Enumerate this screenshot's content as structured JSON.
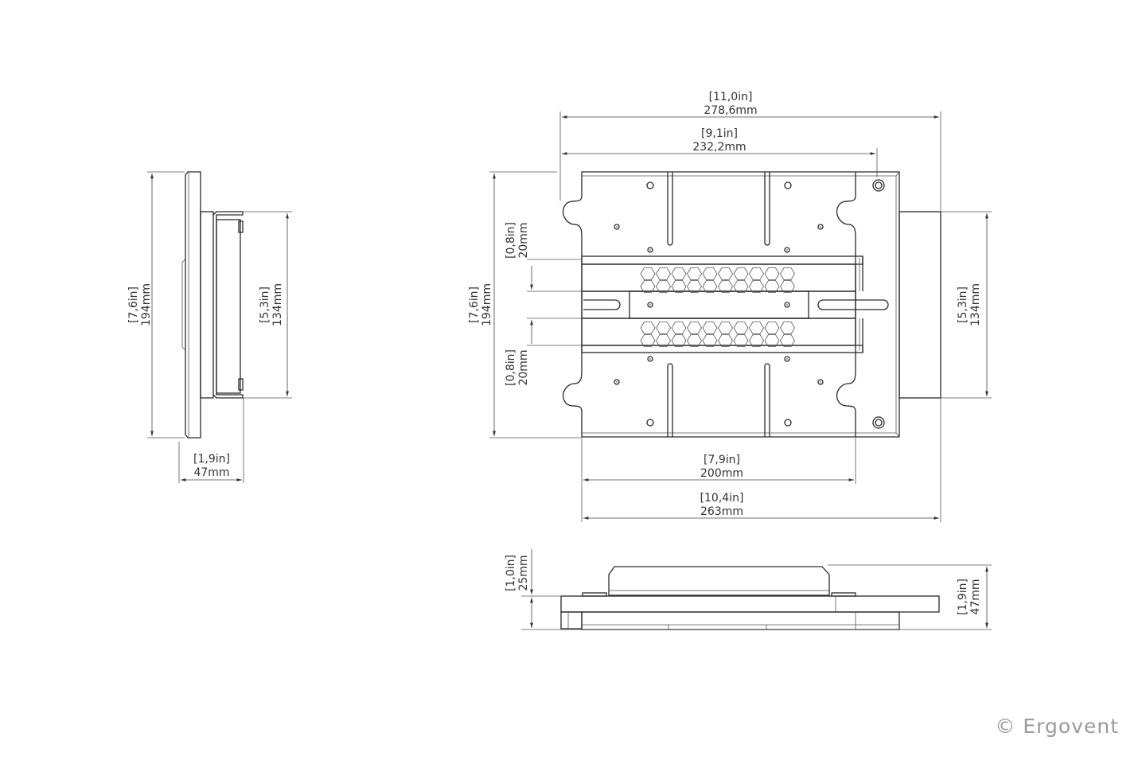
{
  "side_view": {
    "height_total": {
      "in": "[7,6in]",
      "mm": "194mm"
    },
    "height_box": {
      "in": "[5,3in]",
      "mm": "134mm"
    },
    "depth": {
      "in": "[1,9in]",
      "mm": "47mm"
    }
  },
  "top_view": {
    "overall_width": {
      "in": "[11,0in]",
      "mm": "278,6mm"
    },
    "width_notches": {
      "in": "[9,1in]",
      "mm": "232,2mm"
    },
    "height_total": {
      "in": "[7,6in]",
      "mm": "194mm"
    },
    "rail_upper": {
      "in": "[0,8in]",
      "mm": "20mm"
    },
    "rail_lower": {
      "in": "[0,8in]",
      "mm": "20mm"
    },
    "box_height": {
      "in": "[5,3in]",
      "mm": "134mm"
    },
    "hole_spacing": {
      "in": "[7,9in]",
      "mm": "200mm"
    },
    "plate_width": {
      "in": "[10,4in]",
      "mm": "263mm"
    }
  },
  "bottom_view": {
    "box_depth": {
      "in": "[1,0in]",
      "mm": "25mm"
    },
    "total_depth": {
      "in": "[1,9in]",
      "mm": "47mm"
    }
  },
  "copyright": "© Ergovent"
}
